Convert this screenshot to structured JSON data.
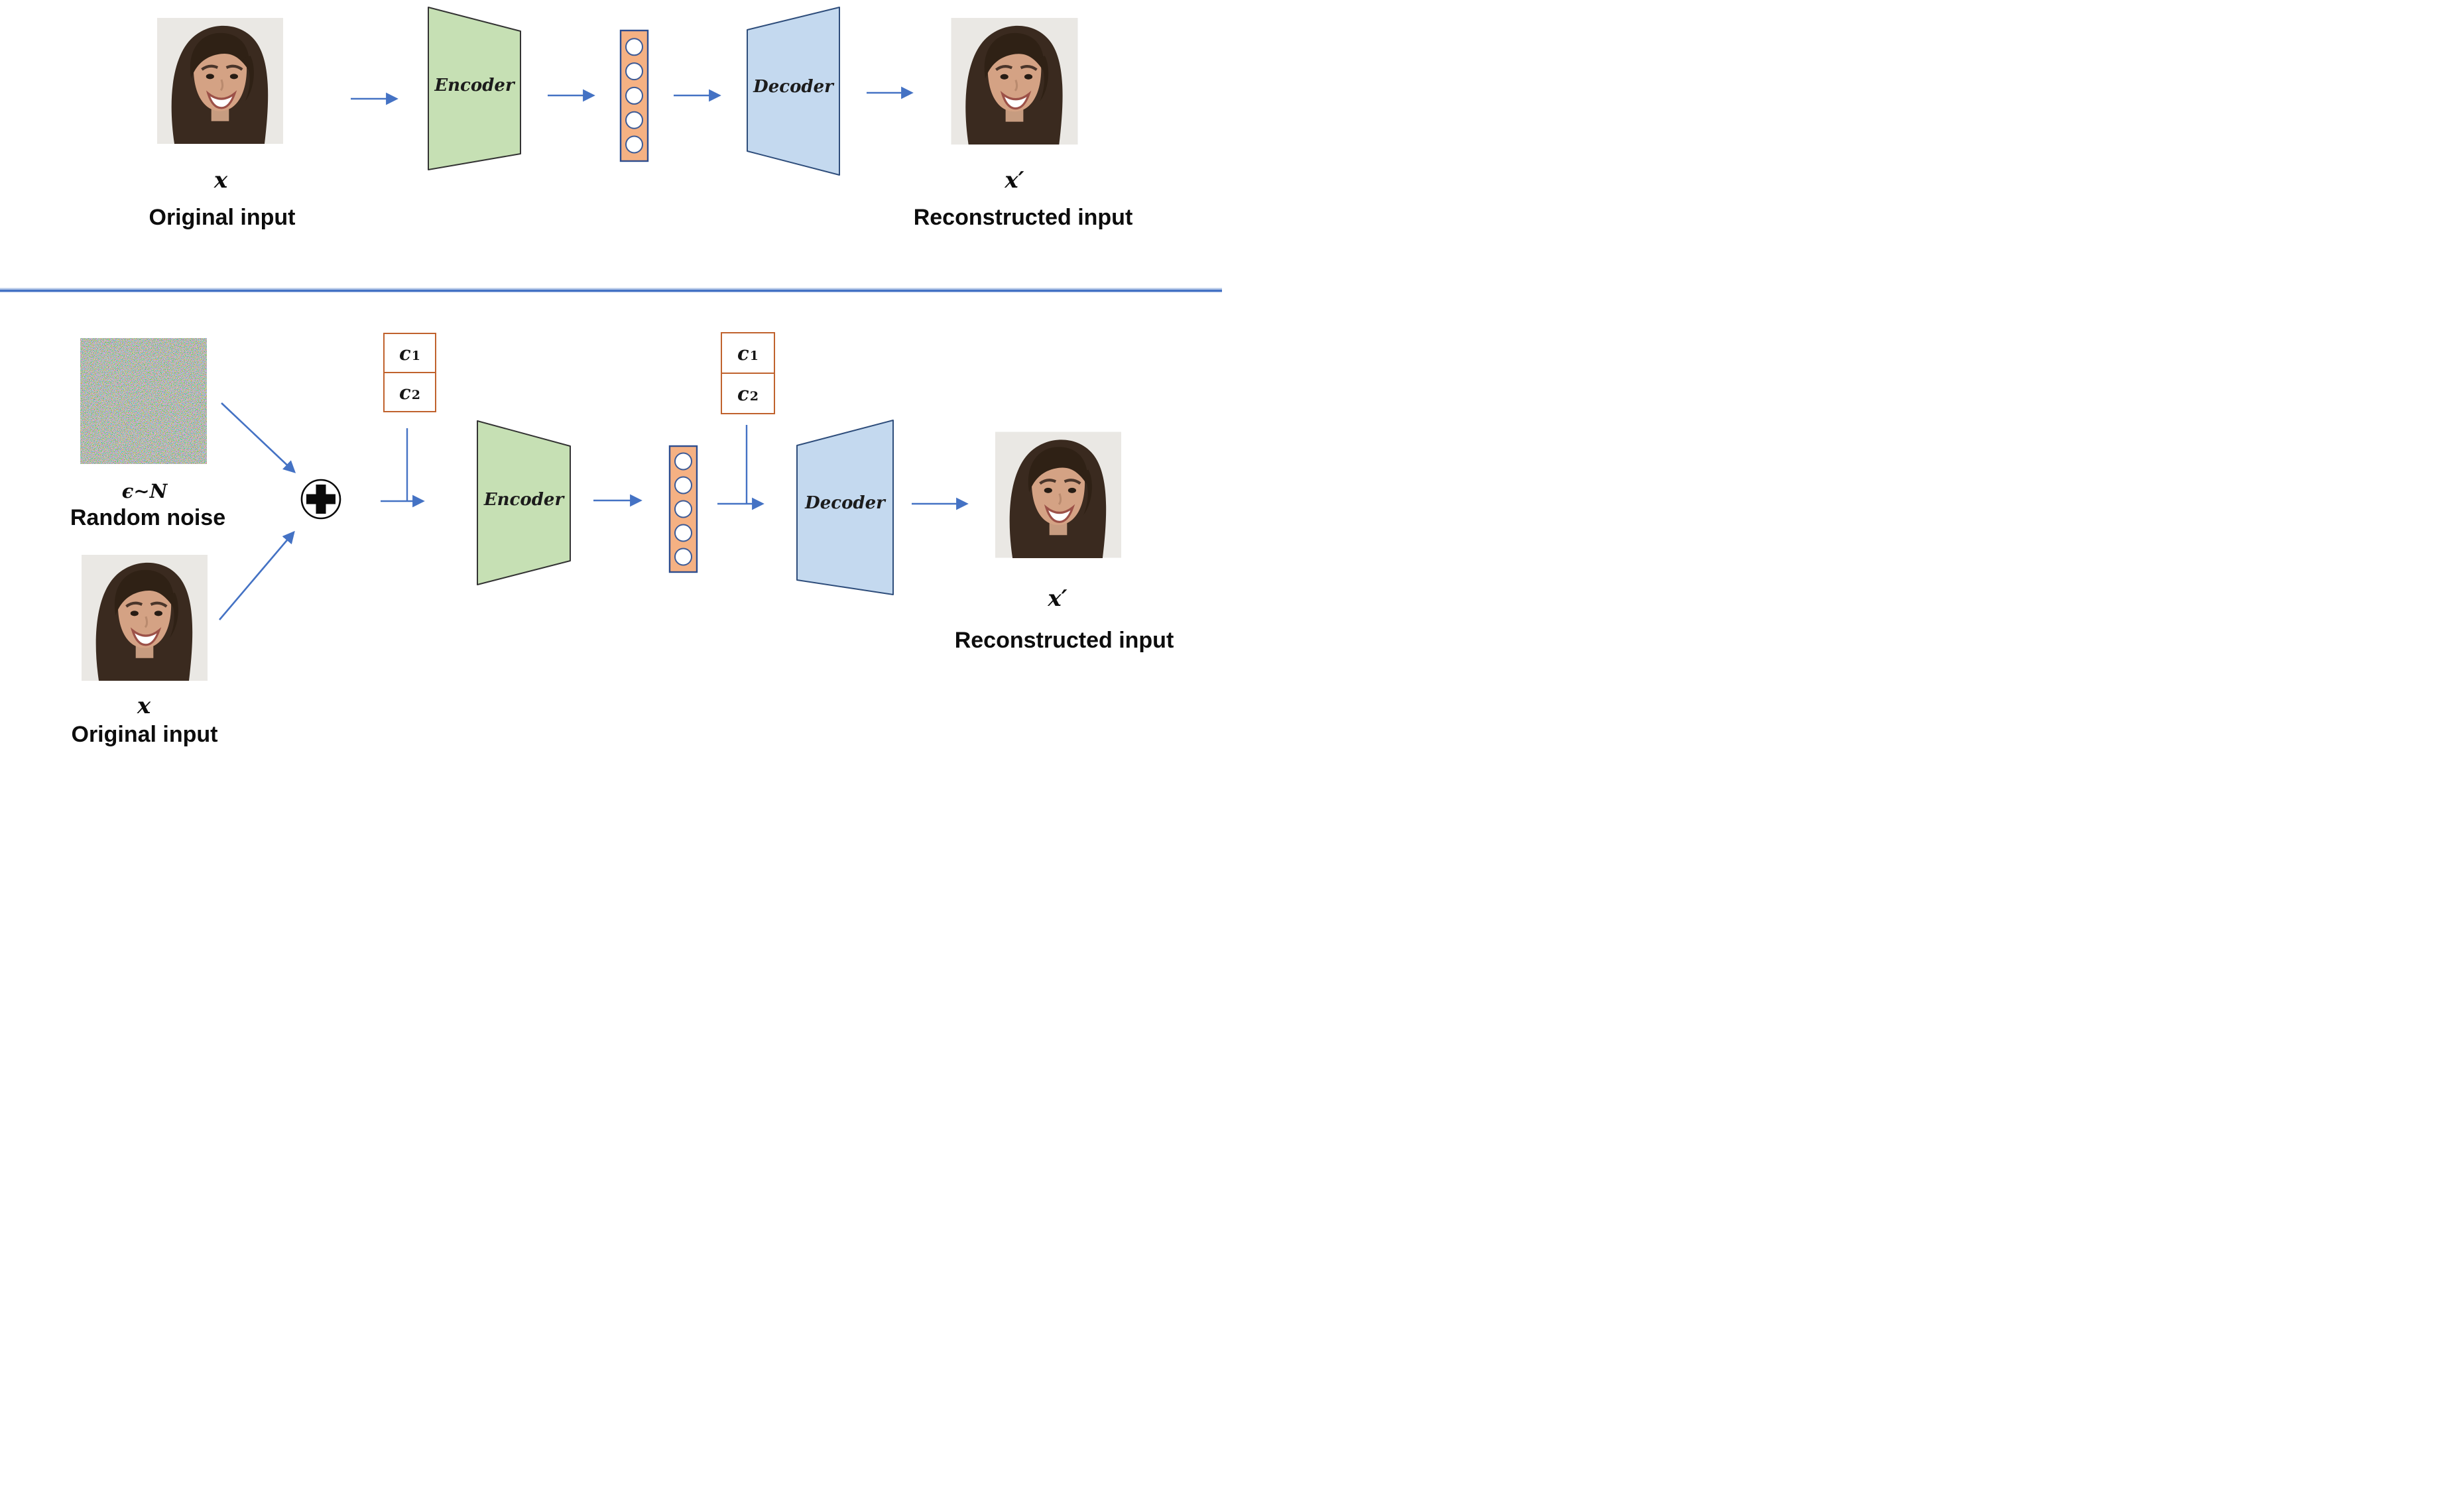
{
  "figure": {
    "type": "autoencoder-architecture-diagram",
    "sections": [
      "standard autoencoder",
      "conditional denoising autoencoder"
    ]
  },
  "labels": {
    "x": "x",
    "x_prime": "x′",
    "original_input": "Original input",
    "reconstructed_input": "Reconstructed input",
    "encoder": "Encoder",
    "decoder": "Decoder",
    "noise_math": "ϵ∼N",
    "random_noise": "Random noise",
    "c_base": "c",
    "c1_sub": "1",
    "c2_sub": "2",
    "plus": "+"
  },
  "latent": {
    "units_per_bar": 5,
    "bars": 2
  },
  "colors": {
    "arrow_blue": "#4472c4",
    "divider_dark": "#4472c4",
    "divider_light": "#b4c7e7",
    "encoder_fill": "#c6e0b4",
    "encoder_border": "#333333",
    "decoder_fill": "#c4d9ef",
    "decoder_border": "#2e4d7b",
    "latent_fill": "#f5b183",
    "latent_border": "#2e4d8e",
    "latent_node_border": "#3c5a96",
    "condition_border": "#c0622d",
    "plus_icon": "#0a0a0a",
    "text": "#0d0d0d"
  }
}
